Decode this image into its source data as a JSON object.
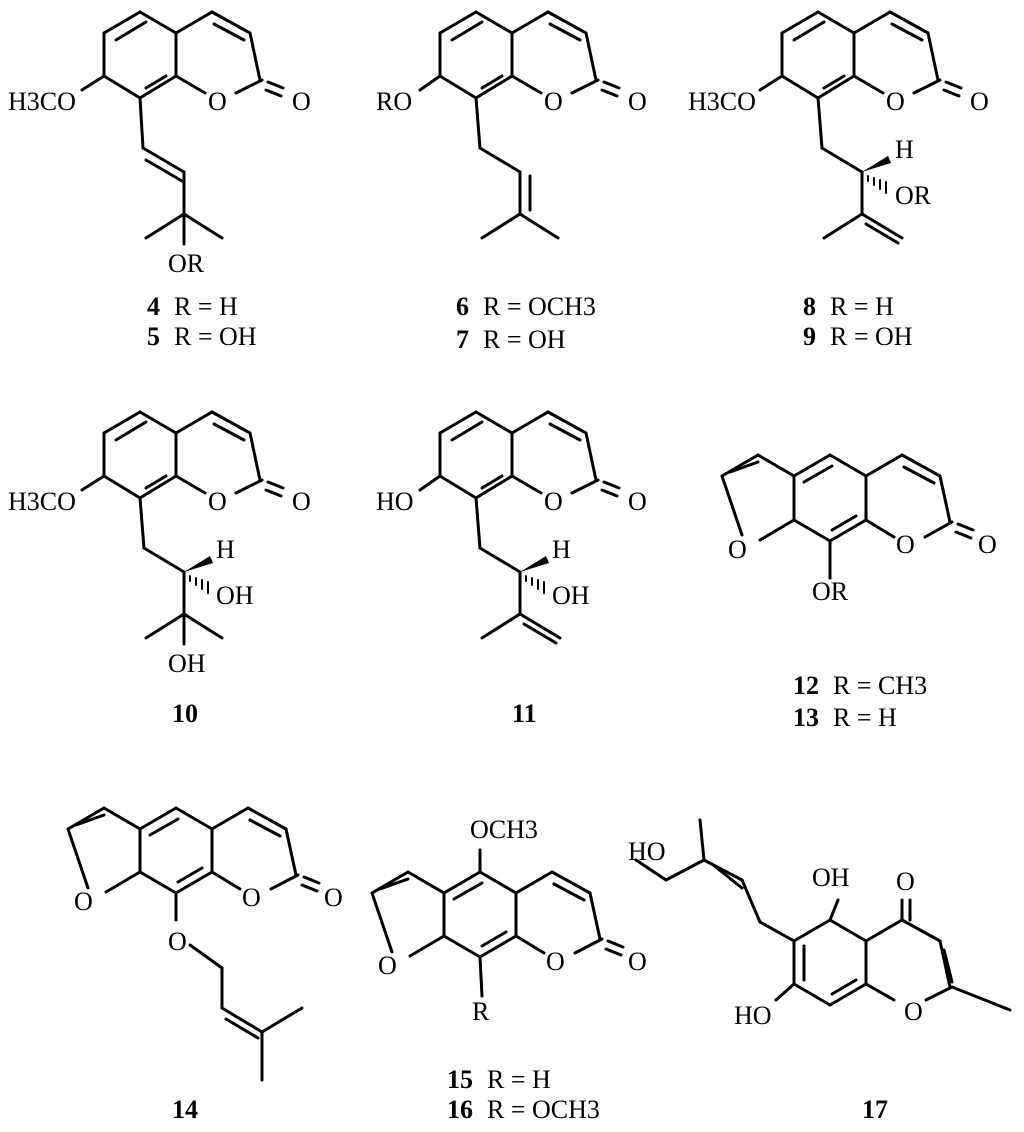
{
  "atoms": {
    "o": "O",
    "oh": "OH",
    "ho": "HO",
    "h": "H",
    "h3co": "H3CO",
    "ro": "RO",
    "or": "OR",
    "r": "R",
    "och3": "OCH3"
  },
  "compounds": [
    {
      "id": "c4",
      "number": "4",
      "r": "R = H"
    },
    {
      "id": "c5",
      "number": "5",
      "r": "R = OH"
    },
    {
      "id": "c6",
      "number": "6",
      "r": "R = OCH3"
    },
    {
      "id": "c7",
      "number": "7",
      "r": "R = OH"
    },
    {
      "id": "c8",
      "number": "8",
      "r": "R = H"
    },
    {
      "id": "c9",
      "number": "9",
      "r": "R = OH"
    },
    {
      "id": "c10",
      "number": "10",
      "r": ""
    },
    {
      "id": "c11",
      "number": "11",
      "r": ""
    },
    {
      "id": "c12",
      "number": "12",
      "r": "R = CH3"
    },
    {
      "id": "c13",
      "number": "13",
      "r": "R = H"
    },
    {
      "id": "c14",
      "number": "14",
      "r": ""
    },
    {
      "id": "c15",
      "number": "15",
      "r": "R = H"
    },
    {
      "id": "c16",
      "number": "16",
      "r": "R = OCH3"
    },
    {
      "id": "c17",
      "number": "17",
      "r": ""
    }
  ]
}
